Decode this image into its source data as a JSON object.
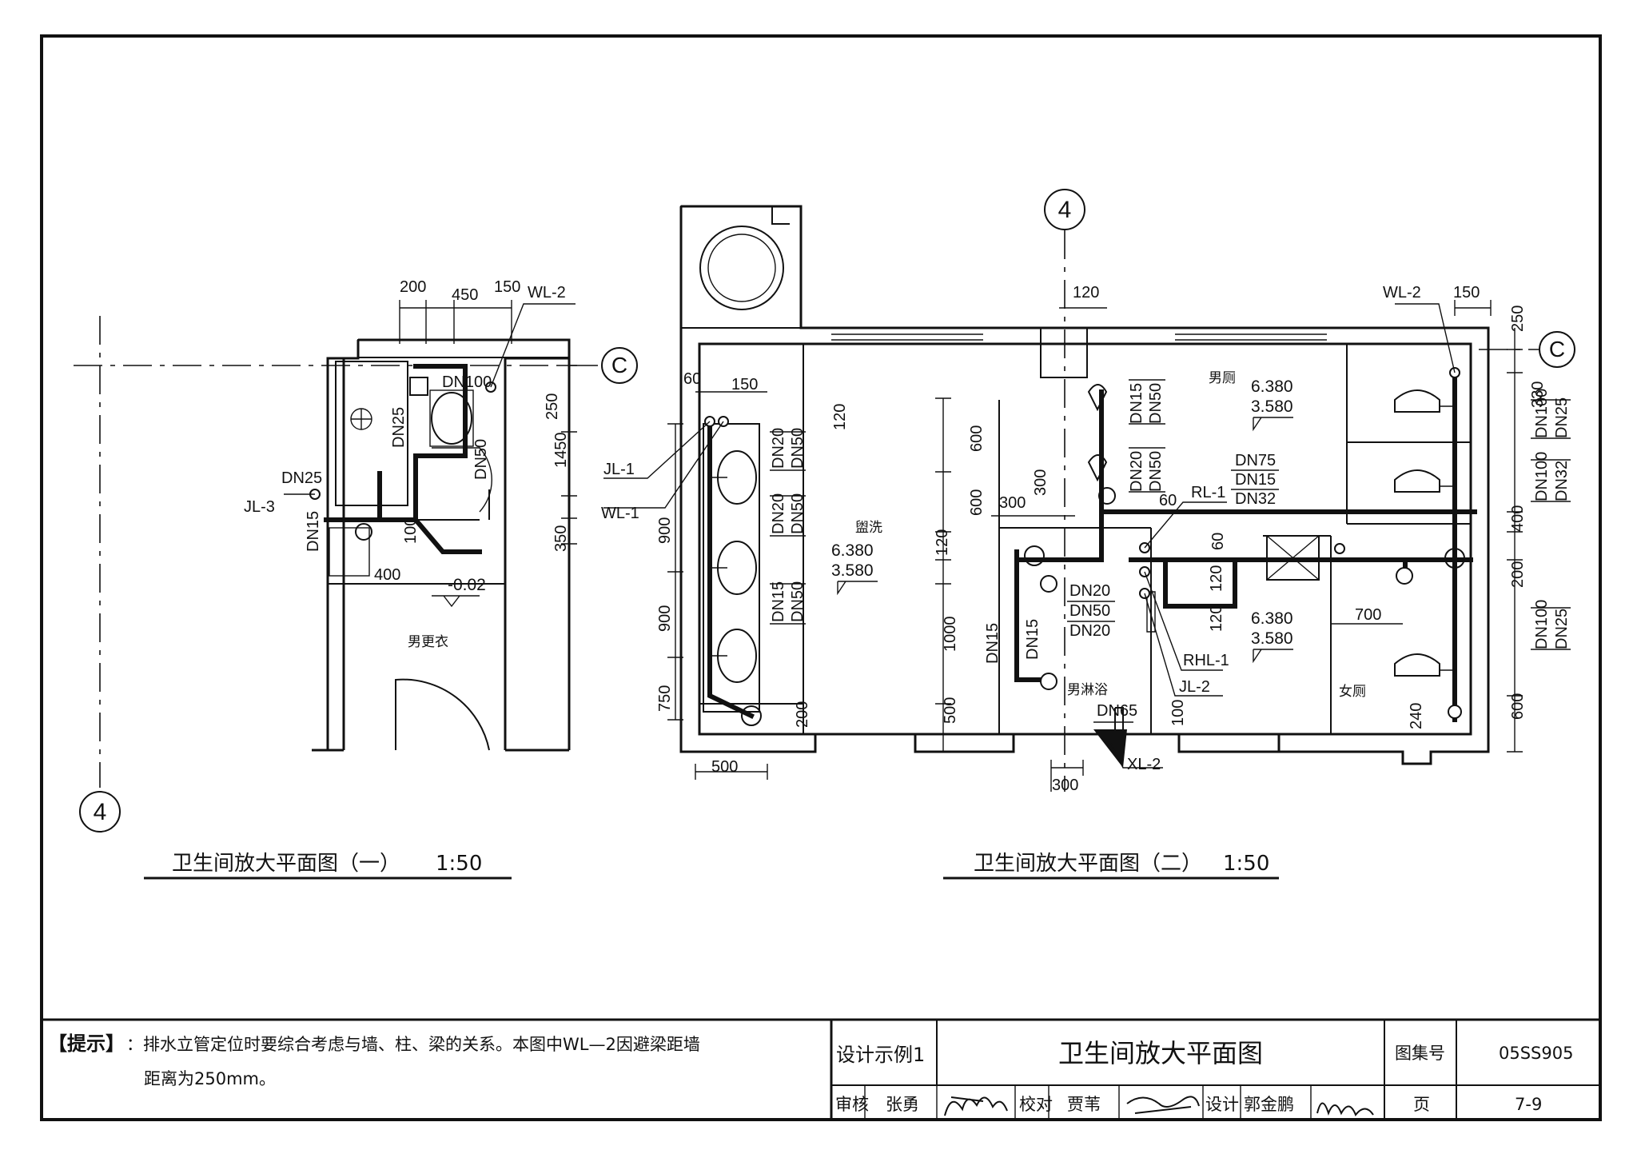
{
  "plan1": {
    "title": "卫生间放大平面图（一）",
    "scale": "1:50",
    "room": "男更衣",
    "elevation": "-0.02",
    "axis_4": "4",
    "axis_c": "C",
    "dims": {
      "d200": "200",
      "d450": "450",
      "d150": "150",
      "d250": "250",
      "d1450": "1450",
      "d350": "350",
      "d100": "100",
      "d400": "400"
    },
    "pipes": {
      "wl2": "WL-2",
      "jl3": "JL-3",
      "dn100": "DN100",
      "dn25a": "DN25",
      "dn25b": "DN25",
      "dn50": "DN50",
      "dn15": "DN15"
    }
  },
  "plan2": {
    "title": "卫生间放大平面图（二）",
    "scale": "1:50",
    "axis_4": "4",
    "axis_c": "C",
    "rooms": {
      "wash": "盥洗",
      "men_toilet": "男厕",
      "men_shower": "男淋浴",
      "women_toilet": "女厕"
    },
    "elevations": {
      "a_top": "6.380",
      "a_bot": "3.580",
      "b_top": "6.380",
      "b_bot": "3.580",
      "c_top": "6.380",
      "c_bot": "3.580"
    },
    "pipes": {
      "jl1": "JL-1",
      "wl1": "WL-1",
      "wl2": "WL-2",
      "rl1": "RL-1",
      "rhl1": "RHL-1",
      "jl2": "JL-2",
      "xl2": "XL-2",
      "wash_1a": "DN20",
      "wash_1b": "DN50",
      "wash_2a": "DN20",
      "wash_2b": "DN50",
      "wash_3a": "DN15",
      "wash_3b": "DN50",
      "u1a": "DN15",
      "u1b": "DN50",
      "u2a": "DN20",
      "u2b": "DN50",
      "stack_a": "DN75",
      "stack_b": "DN15",
      "stack_c": "DN32",
      "sh_a": "DN20",
      "sh_b": "DN50",
      "sh_c": "DN20",
      "sh_vert": "DN15",
      "sh_vert2": "DN15",
      "dn65": "DN65",
      "r1a": "DN100",
      "r1b": "DN25",
      "r2a": "DN100",
      "r2b": "DN32",
      "r3a": "DN100",
      "r3b": "DN25"
    },
    "dims": {
      "d60": "60",
      "d150l": "150",
      "d120a": "120",
      "d900a": "900",
      "d900b": "900",
      "d750": "750",
      "d200a": "200",
      "d500": "500",
      "d120t": "120",
      "d600a": "600",
      "d600b": "600",
      "d300a": "300",
      "d300v": "300",
      "d60b": "60",
      "d60c": "60",
      "d120b": "120",
      "d1000": "1000",
      "d500b": "500",
      "d120c": "120",
      "d120d": "120",
      "d100": "100",
      "d300b": "300",
      "d700": "700",
      "d240": "240",
      "d150r": "150",
      "d250": "250",
      "d330": "330",
      "d400": "400",
      "d200b": "200",
      "d600c": "600"
    }
  },
  "note": {
    "label": "【提示】",
    "line1": "：排水立管定位时要综合考虑与墙、柱、梁的关系。本图中WL—2因避梁距墙",
    "line2": "距离为250mm。"
  },
  "title_block": {
    "example": "设计示例1",
    "drawing_title": "卫生间放大平面图",
    "atlas_label": "图集号",
    "atlas_no": "05SS905",
    "review_label": "审核",
    "reviewer": "张勇",
    "check_label": "校对",
    "checker": "贾苇",
    "design_label": "设计",
    "designer": "郭金鹏",
    "page_label": "页",
    "page_no": "7-9"
  }
}
